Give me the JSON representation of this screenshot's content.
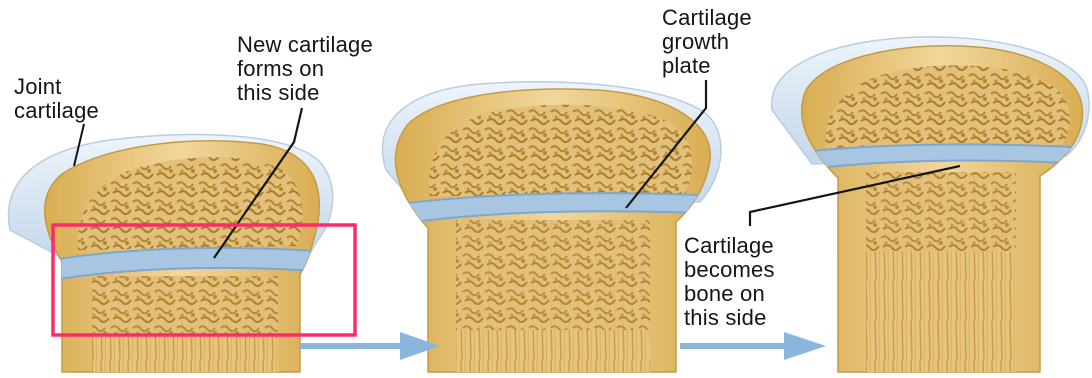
{
  "labels": {
    "joint_cartilage": "Joint\ncartilage",
    "new_cartilage": "New cartilage\nforms on\nthis side",
    "growth_plate": "Cartilage\ngrowth\nplate",
    "becomes_bone": "Cartilage\nbecomes\nbone on\nthis side"
  },
  "colors": {
    "highlight_box": "#ff2a6d",
    "arrow": "#8ab6dd",
    "cartilage": "#cfe0ef",
    "bone": "#e8c98a"
  }
}
